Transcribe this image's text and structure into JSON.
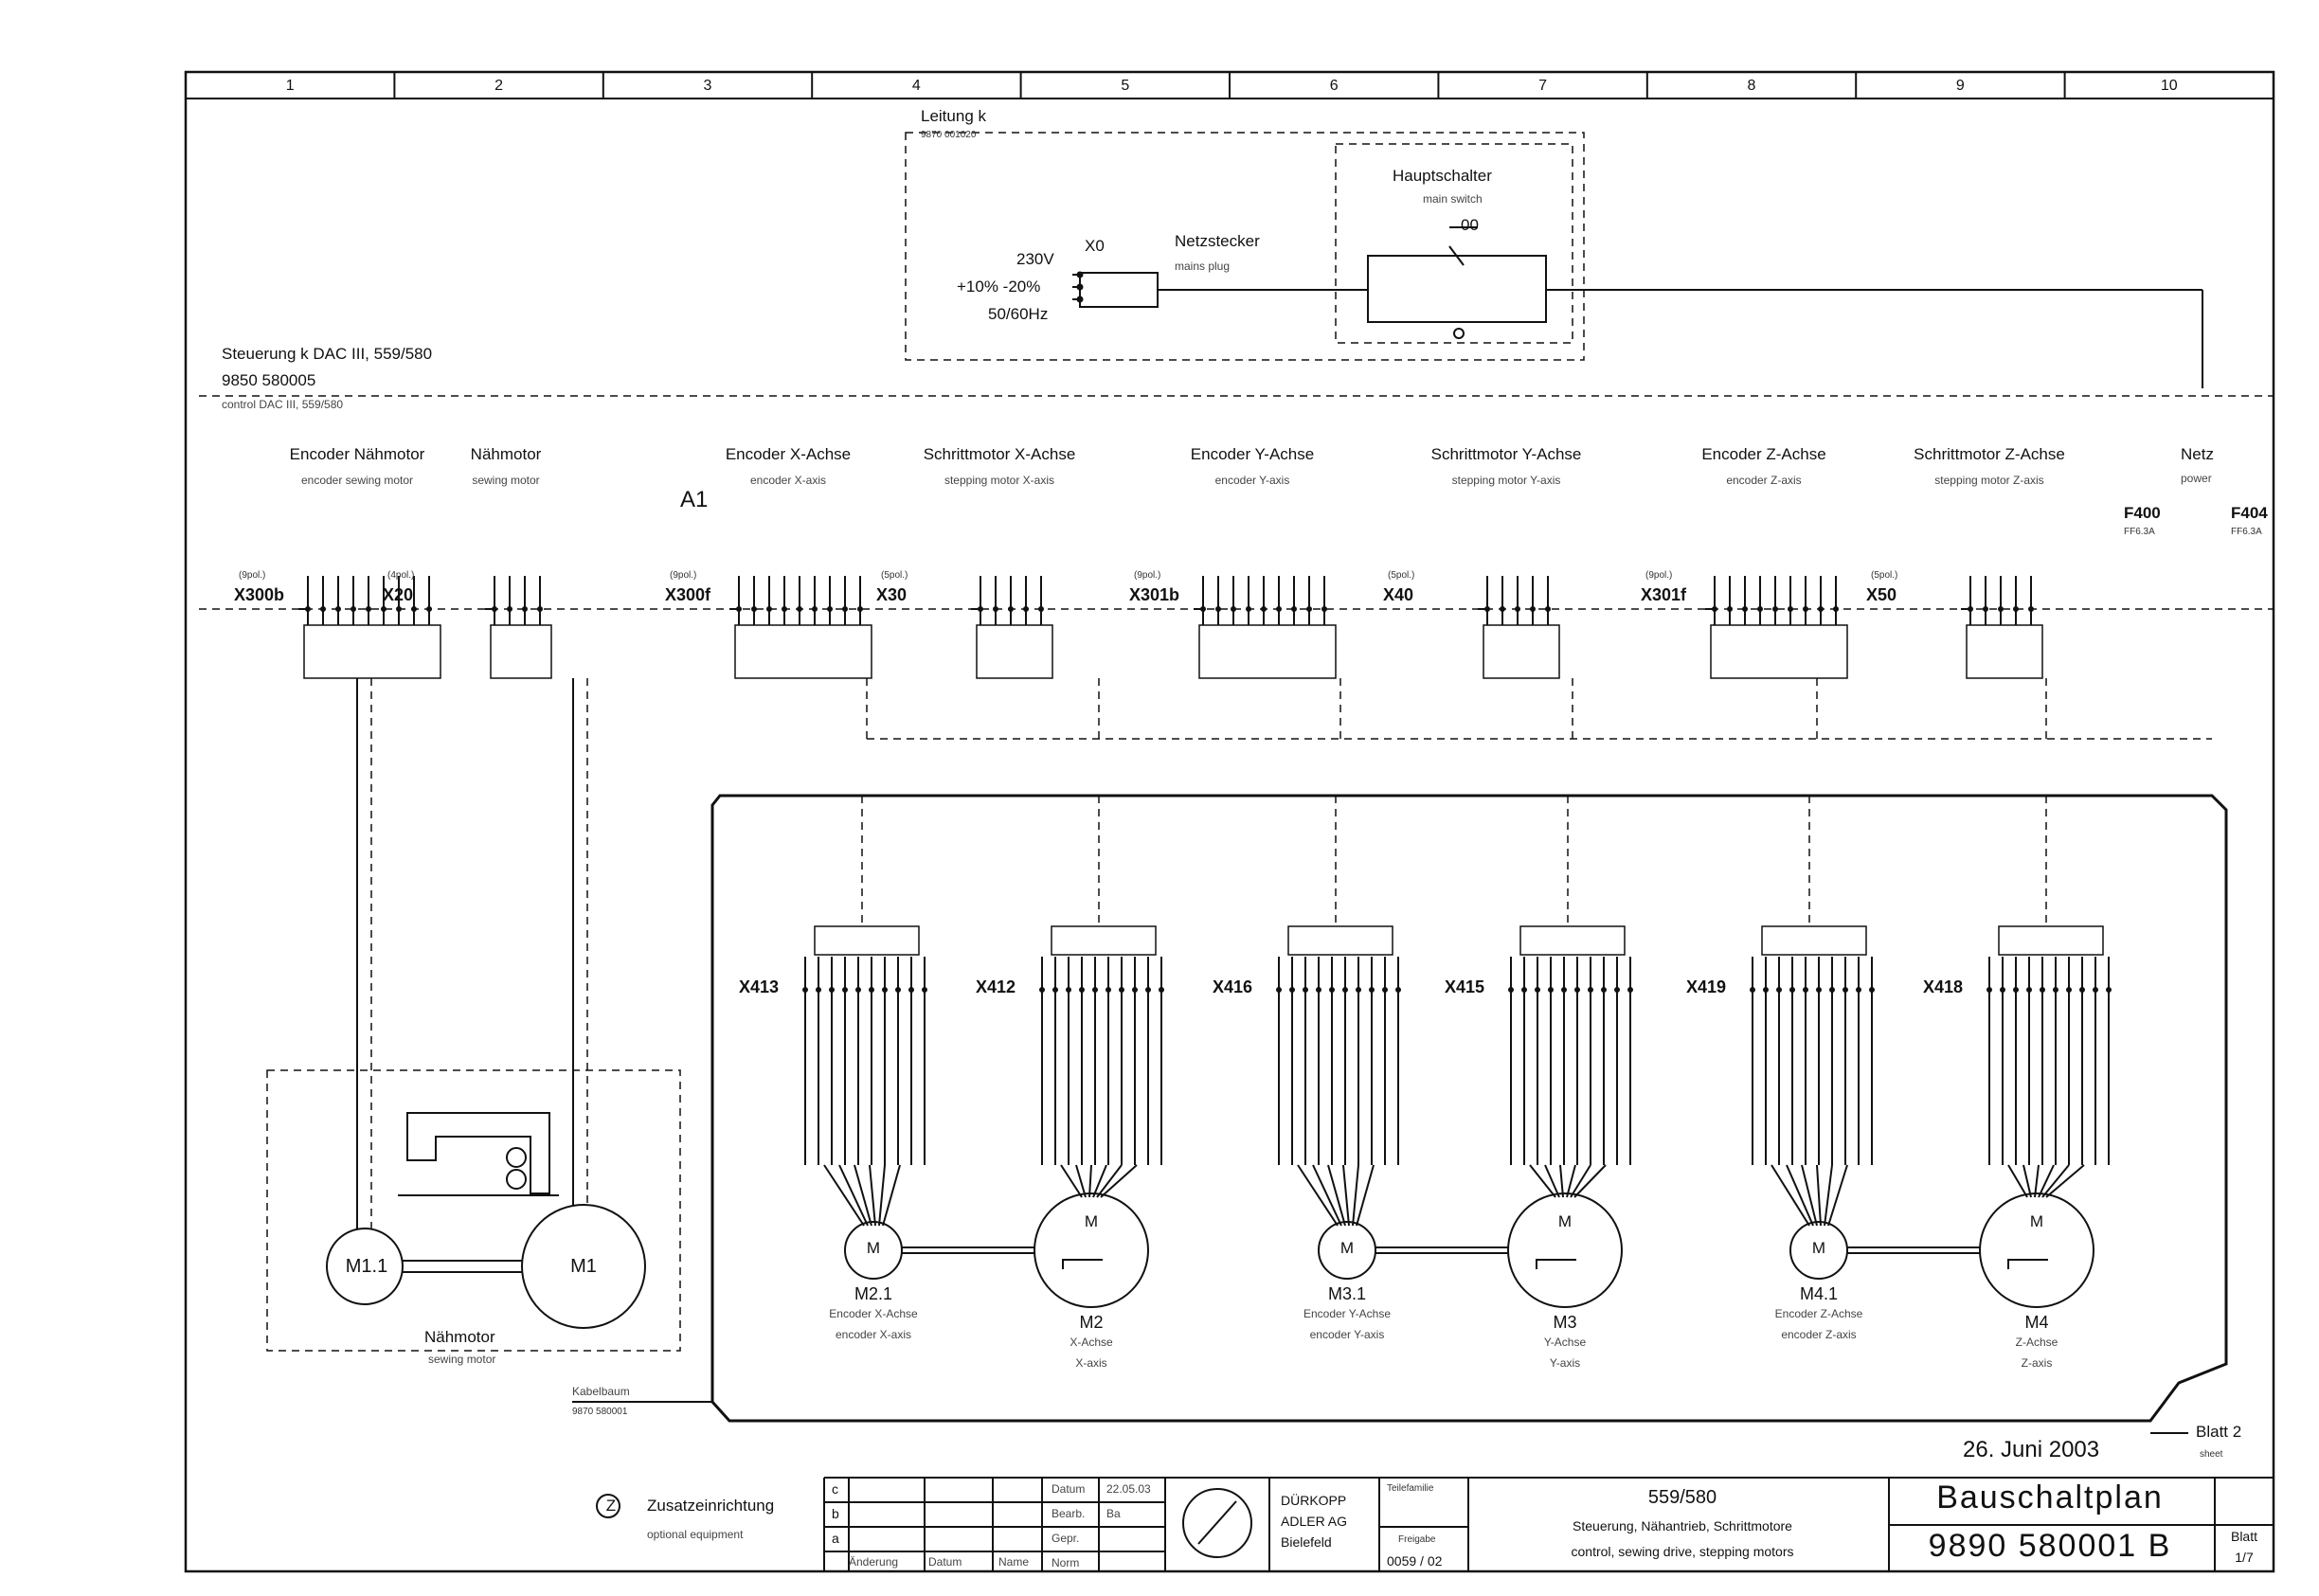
{
  "column_numbers": [
    "1",
    "2",
    "3",
    "4",
    "5",
    "6",
    "7",
    "8",
    "9",
    "10"
  ],
  "cable_k": {
    "title": "Leitung k",
    "part_no": "9870 001020"
  },
  "mains": {
    "voltage": "230V",
    "tolerance": "+10% -20%",
    "frequency": "50/60Hz",
    "plug_id": "X0",
    "plug_label": "Netzstecker",
    "plug_label_en": "mains plug"
  },
  "main_switch": {
    "title": "Hauptschalter",
    "title_en": "main switch",
    "position": "00"
  },
  "control": {
    "title": "Steuerung k DAC III, 559/580",
    "part_no": "9850 580005",
    "title_en": "control DAC III, 559/580"
  },
  "assembly_id": "A1",
  "modules": [
    {
      "title": "Encoder Nähmotor",
      "title_en": "encoder sewing motor",
      "connector": "X300b",
      "pins_note": "(9pol.)"
    },
    {
      "title": "Nähmotor",
      "title_en": "sewing motor",
      "connector": "X20",
      "pins_note": "(4pol.)"
    },
    {
      "title": "Encoder X-Achse",
      "title_en": "encoder X-axis",
      "connector": "X300f",
      "pins_note": "(9pol.)"
    },
    {
      "title": "Schrittmotor X-Achse",
      "title_en": "stepping motor X-axis",
      "connector": "X30",
      "pins_note": "(5pol.)"
    },
    {
      "title": "Encoder Y-Achse",
      "title_en": "encoder Y-axis",
      "connector": "X301b",
      "pins_note": "(9pol.)"
    },
    {
      "title": "Schrittmotor Y-Achse",
      "title_en": "stepping motor Y-axis",
      "connector": "X40",
      "pins_note": "(5pol.)"
    },
    {
      "title": "Encoder Z-Achse",
      "title_en": "encoder Z-axis",
      "connector": "X301f",
      "pins_note": "(9pol.)"
    },
    {
      "title": "Schrittmotor Z-Achse",
      "title_en": "stepping motor Z-axis",
      "connector": "X50",
      "pins_note": "(5pol.)"
    }
  ],
  "netz": {
    "title": "Netz",
    "title_en": "power",
    "fuse1": "F400",
    "fuse1_rating": "FF6.3A",
    "fuse2": "F404",
    "fuse2_rating": "FF6.3A"
  },
  "motor_connectors": [
    "X413",
    "X412",
    "X416",
    "X415",
    "X419",
    "X418"
  ],
  "motors": [
    {
      "id": "M2.1",
      "symbol": "M",
      "name": "Encoder X-Achse",
      "name_en": "encoder X-axis"
    },
    {
      "id": "M2",
      "symbol": "M",
      "name": "X-Achse",
      "name_en": "X-axis"
    },
    {
      "id": "M3.1",
      "symbol": "M",
      "name": "Encoder Y-Achse",
      "name_en": "encoder Y-axis"
    },
    {
      "id": "M3",
      "symbol": "M",
      "name": "Y-Achse",
      "name_en": "Y-axis"
    },
    {
      "id": "M4.1",
      "symbol": "M",
      "name": "Encoder Z-Achse",
      "name_en": "encoder Z-axis"
    },
    {
      "id": "M4",
      "symbol": "M",
      "name": "Z-Achse",
      "name_en": "Z-axis"
    }
  ],
  "sewing_motor": {
    "m11": "M1.1",
    "m1": "M1",
    "title": "Nähmotor",
    "title_en": "sewing motor"
  },
  "cable_harness": {
    "title": "Kabelbaum",
    "part_no": "9870 580001"
  },
  "sheet_ref": {
    "label": "Blatt 2",
    "label_en": "sheet"
  },
  "date_stamp": "26. Juni 2003",
  "optional": {
    "symbol": "Z",
    "title": "Zusatzeinrichtung",
    "title_en": "optional equipment"
  },
  "title_block": {
    "rev_rows": [
      "c",
      "b",
      "a"
    ],
    "rev_headers": [
      "Änderung",
      "Datum",
      "Name"
    ],
    "datum_label": "Datum",
    "datum_value": "22.05.03",
    "bearb_label": "Bearb.",
    "bearb_value": "Ba",
    "gepr_label": "Gepr.",
    "norm_label": "Norm",
    "company_line1": "DÜRKOPP",
    "company_line2": "ADLER AG",
    "company_line3": "Bielefeld",
    "teilefamilie_label": "Teilefamilie",
    "freigabe_label": "Freigabe",
    "freigabe_value": "0059 / 02",
    "machine": "559/580",
    "desc_de": "Steuerung, Nähantrieb, Schrittmotore",
    "desc_en": "control, sewing drive, stepping motors",
    "doc_title": "Bauschaltplan",
    "doc_no": "9890 580001 B",
    "blatt_label": "Blatt",
    "blatt_value": "1/7"
  }
}
